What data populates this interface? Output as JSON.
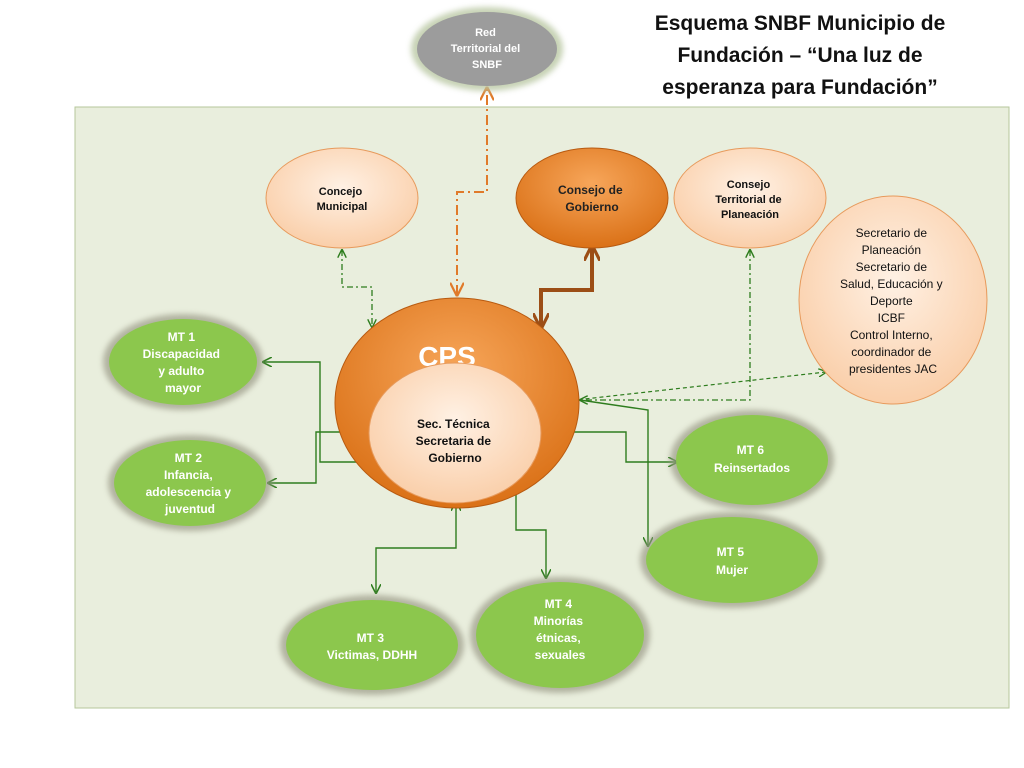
{
  "title": "Esquema SNBF Municipio de Fundación – “Una luz de esperanza para Fundación”",
  "colors": {
    "panel_bg": "#e9eedd",
    "panel_border": "#b6c79b",
    "green_node": "#8cc74d",
    "green_glow": "#9a9a86",
    "orange_dark": "#e67e22",
    "orange_light": "#fcd8bd",
    "gray_node": "#9c9c9c",
    "arrow_green": "#2e7d1e",
    "arrow_orange": "#e07a2a",
    "arrow_brown": "#9c4e16"
  },
  "nodes": {
    "red": [
      "Red",
      "Territorial del",
      "SNBF"
    ],
    "concejo": [
      "Concejo",
      "Municipal"
    ],
    "consejo_gobierno": [
      "Consejo de",
      "Gobierno"
    ],
    "consejo_territorial": [
      "Consejo",
      "Territorial de",
      "Planeación"
    ],
    "secretarios": [
      "Secretario de",
      "Planeación",
      "Secretario de",
      "Salud, Educación y",
      "Deporte",
      "ICBF",
      "Control Interno,",
      "coordinador de",
      "presidentes JAC"
    ],
    "cps": "CPS",
    "sec_tecnica": [
      "Sec. Técnica",
      "Secretaria de",
      "Gobierno"
    ],
    "mt1": [
      "MT 1",
      "Discapacidad",
      "y adulto",
      "mayor"
    ],
    "mt2": [
      "MT 2",
      "Infancia,",
      "adolescencia y",
      "juventud"
    ],
    "mt3": [
      "MT 3",
      "Victimas, DDHH"
    ],
    "mt4": [
      "MT 4",
      "Minorías",
      "étnicas,",
      "sexuales"
    ],
    "mt5": [
      "MT 5",
      "Mujer"
    ],
    "mt6": [
      "MT 6",
      "Reinsertados"
    ]
  }
}
